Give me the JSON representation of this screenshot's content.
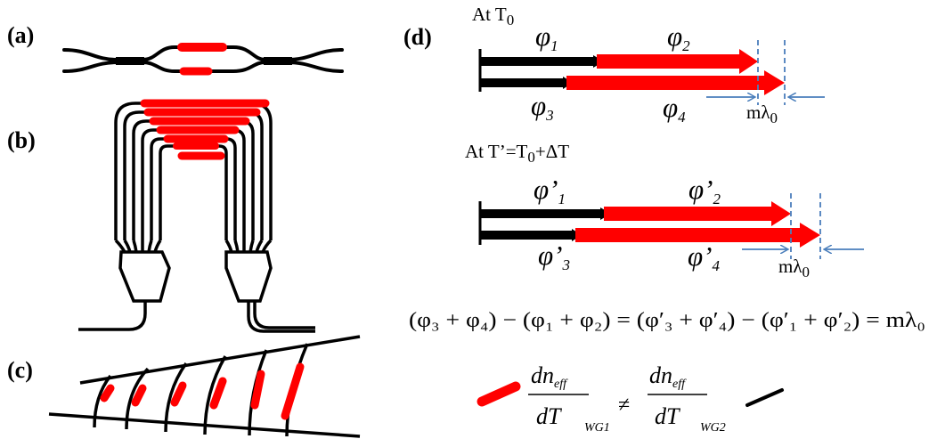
{
  "panels": {
    "a": "(a)",
    "b": "(b)",
    "c": "(c)",
    "d": "(d)"
  },
  "colors": {
    "heater": "#ff0000",
    "waveguide": "#000000",
    "marker": "#4a7ebb"
  },
  "state1": {
    "title_prefix": "At T",
    "title_sub": "0",
    "phi1": "φ",
    "phi1_sub": "1",
    "phi2": "φ",
    "phi2_sub": "2",
    "phi3": "φ",
    "phi3_sub": "3",
    "phi4": "φ",
    "phi4_sub": "4",
    "delta": "mλ",
    "delta_sub": "0"
  },
  "state2": {
    "title_prefix": "At T’=T",
    "title_sub": "0",
    "title_suffix": "+ΔT",
    "phi1": "φ’",
    "phi1_sub": "1",
    "phi2": "φ’",
    "phi2_sub": "2",
    "phi3": "φ’",
    "phi3_sub": "3",
    "phi4": "φ’",
    "phi4_sub": "4",
    "delta": "mλ",
    "delta_sub": "0"
  },
  "equation": "(φ₃ + φ₄) − (φ₁ + φ₂) = (φ′₃ + φ′₄) − (φ′₁ + φ′₂) = mλ₀",
  "legend": {
    "num": "dn",
    "num_sub": "eff",
    "den": "dT",
    "wg1": "WG1",
    "neq": "≠",
    "wg2": "WG2"
  }
}
